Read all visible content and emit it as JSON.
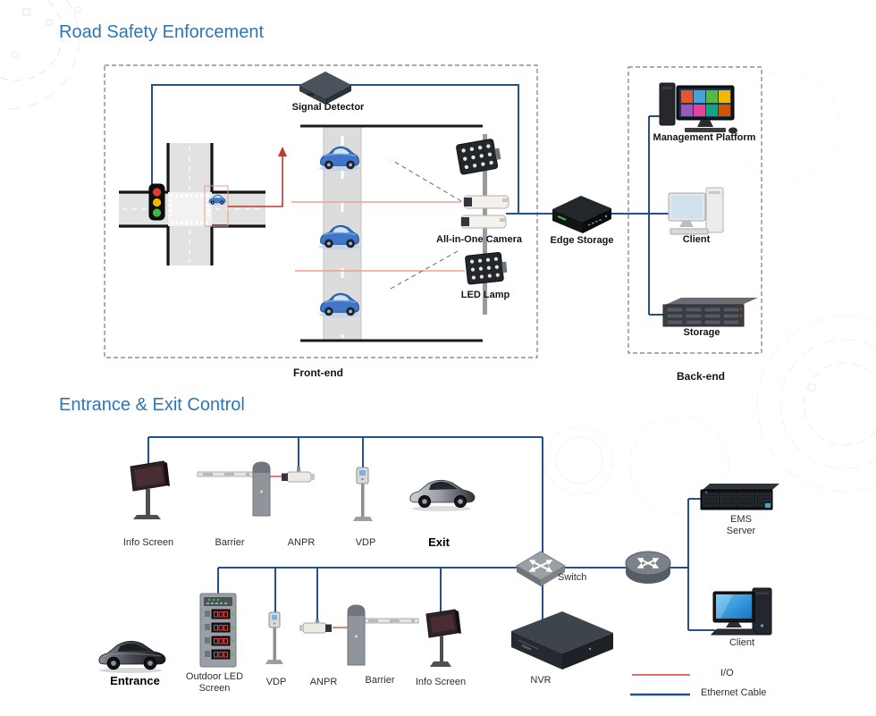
{
  "colors": {
    "title": "#2E75B6",
    "ethernet_line": "#24508F",
    "io_line": "#E05A4E",
    "trigger_line": "#F0A090"
  },
  "road_safety": {
    "title": "Road Safety Enforcement",
    "front_end_label": "Front-end",
    "back_end_label": "Back-end",
    "signal_detector": "Signal Detector",
    "all_in_one_camera": "All-in-One Camera",
    "led_lamp": "LED Lamp",
    "edge_storage": "Edge Storage",
    "management_platform": "Management Platform",
    "client": "Client",
    "storage": "Storage"
  },
  "entrance_exit": {
    "title": "Entrance & Exit Control",
    "exit_lane": {
      "info_screen": "Info Screen",
      "barrier": "Barrier",
      "anpr": "ANPR",
      "vdp": "VDP",
      "exit": "Exit"
    },
    "entrance_lane": {
      "entrance": "Entrance",
      "outdoor_led_screen": "Outdoor LED Screen",
      "vdp": "VDP",
      "anpr": "ANPR",
      "barrier": "Barrier",
      "info_screen": "Info Screen",
      "nvr": "NVR"
    },
    "network": {
      "switch": "Switch",
      "ems_server": "EMS Server",
      "client": "Client"
    },
    "legend": {
      "io": "I/O",
      "ethernet_cable": "Ethernet Cable"
    }
  }
}
